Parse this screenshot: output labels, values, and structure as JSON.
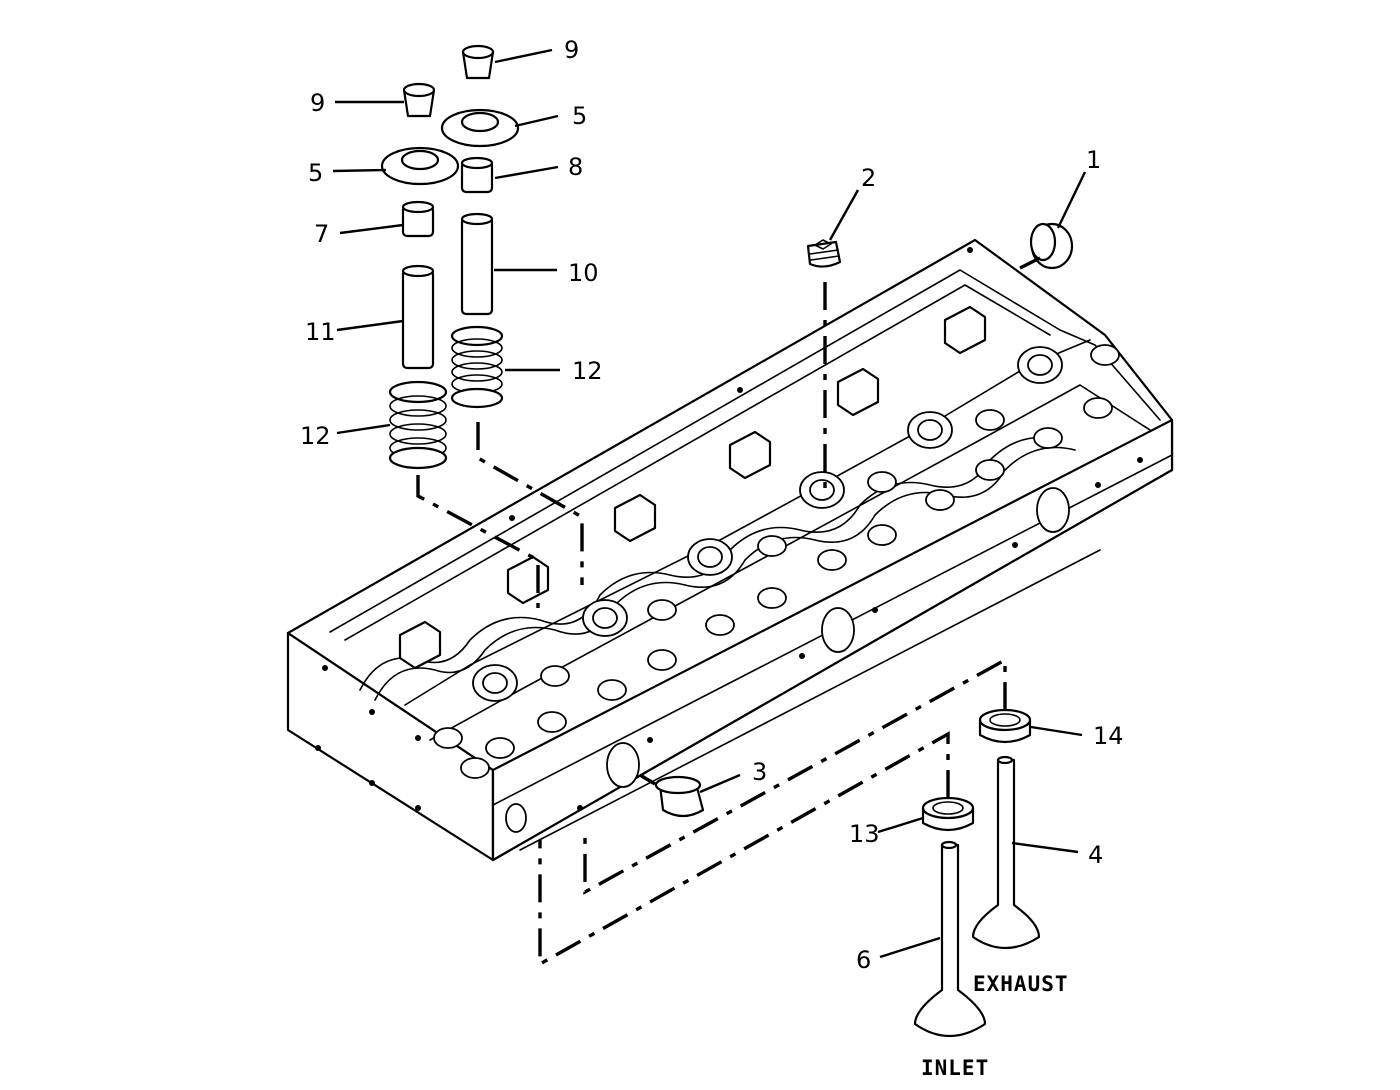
{
  "callouts": [
    {
      "id": "c1",
      "text": "1"
    },
    {
      "id": "c2",
      "text": "2"
    },
    {
      "id": "c3",
      "text": "3"
    },
    {
      "id": "c4",
      "text": "4"
    },
    {
      "id": "c5a",
      "text": "5"
    },
    {
      "id": "c5b",
      "text": "5"
    },
    {
      "id": "c6",
      "text": "6"
    },
    {
      "id": "c7",
      "text": "7"
    },
    {
      "id": "c8",
      "text": "8"
    },
    {
      "id": "c9a",
      "text": "9"
    },
    {
      "id": "c9b",
      "text": "9"
    },
    {
      "id": "c10",
      "text": "10"
    },
    {
      "id": "c11",
      "text": "11"
    },
    {
      "id": "c12a",
      "text": "12"
    },
    {
      "id": "c12b",
      "text": "12"
    },
    {
      "id": "c13",
      "text": "13"
    },
    {
      "id": "c14",
      "text": "14"
    }
  ],
  "captions": {
    "exhaust": "EXHAUST",
    "inlet": "INLET"
  }
}
